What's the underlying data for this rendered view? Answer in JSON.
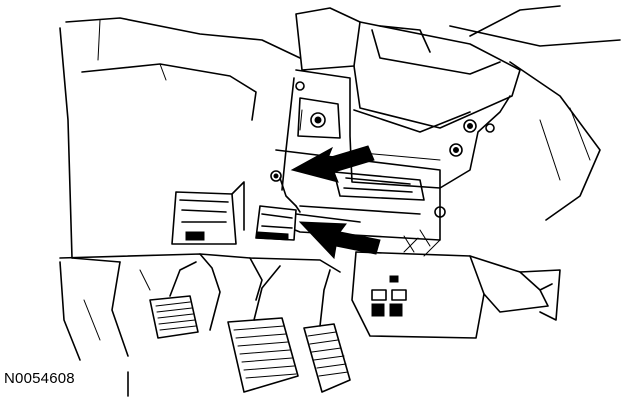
{
  "figure": {
    "id_label": "N0054608"
  },
  "colors": {
    "ink": "#000000",
    "paper": "#ffffff"
  },
  "callouts": [
    {
      "name": "upper-arrow",
      "icon": "arrow-left-icon"
    },
    {
      "name": "lower-arrow",
      "icon": "arrow-left-icon"
    }
  ]
}
